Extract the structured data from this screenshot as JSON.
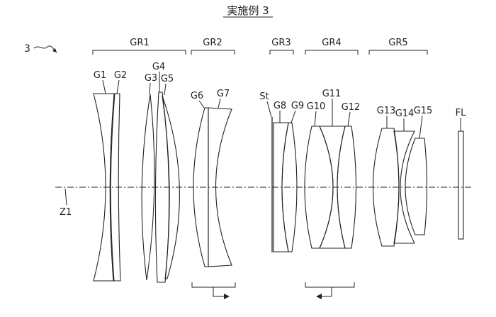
{
  "title": "実施例 3",
  "reference_numeral": "3",
  "axis_label": "Z1",
  "groups": [
    {
      "label": "GR1"
    },
    {
      "label": "GR2"
    },
    {
      "label": "GR3"
    },
    {
      "label": "GR4"
    },
    {
      "label": "GR5"
    }
  ],
  "elements": [
    {
      "label": "G1"
    },
    {
      "label": "G2"
    },
    {
      "label": "G3"
    },
    {
      "label": "G4"
    },
    {
      "label": "G5"
    },
    {
      "label": "G6"
    },
    {
      "label": "G7"
    },
    {
      "label": "St"
    },
    {
      "label": "G8"
    },
    {
      "label": "G9"
    },
    {
      "label": "G10"
    },
    {
      "label": "G11"
    },
    {
      "label": "G12"
    },
    {
      "label": "G13"
    },
    {
      "label": "G14"
    },
    {
      "label": "G15"
    },
    {
      "label": "FL"
    }
  ]
}
